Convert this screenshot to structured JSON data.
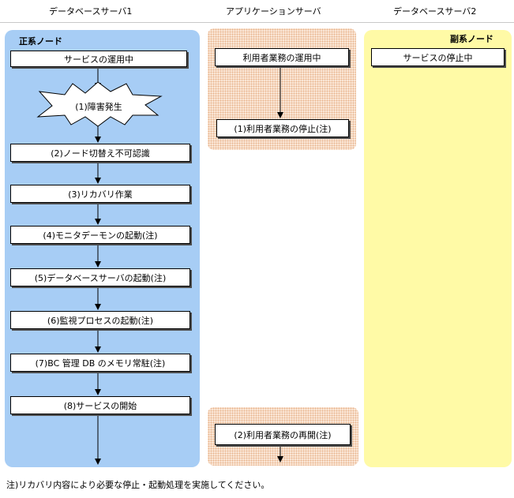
{
  "columns": {
    "db1": "データベースサーバ1",
    "app": "アプリケーションサーバ",
    "db2": "データベースサーバ2"
  },
  "primary": {
    "label": "正系ノード",
    "steps": [
      "サービスの運用中",
      "(1)障害発生",
      "(2)ノード切替え不可認識",
      "(3)リカバリ作業",
      "(4)モニタデーモンの起動(注)",
      "(5)データベースサーバの起動(注)",
      "(6)監視プロセスの起動(注)",
      "(7)BC 管理 DB のメモリ常駐(注)",
      "(8)サービスの開始"
    ]
  },
  "app": {
    "top_steps": [
      "利用者業務の運用中",
      "(1)利用者業務の停止(注)"
    ],
    "bottom_step": "(2)利用者業務の再開(注)"
  },
  "secondary": {
    "label": "副系ノード",
    "step": "サービスの停止中"
  },
  "footnote": "注)リカバリ内容により必要な停止・起動処理を実施してください。",
  "colors": {
    "primary_panel": "#a7cdf5",
    "secondary_panel": "#fffaa6",
    "app_panel": "#fbe9da"
  }
}
